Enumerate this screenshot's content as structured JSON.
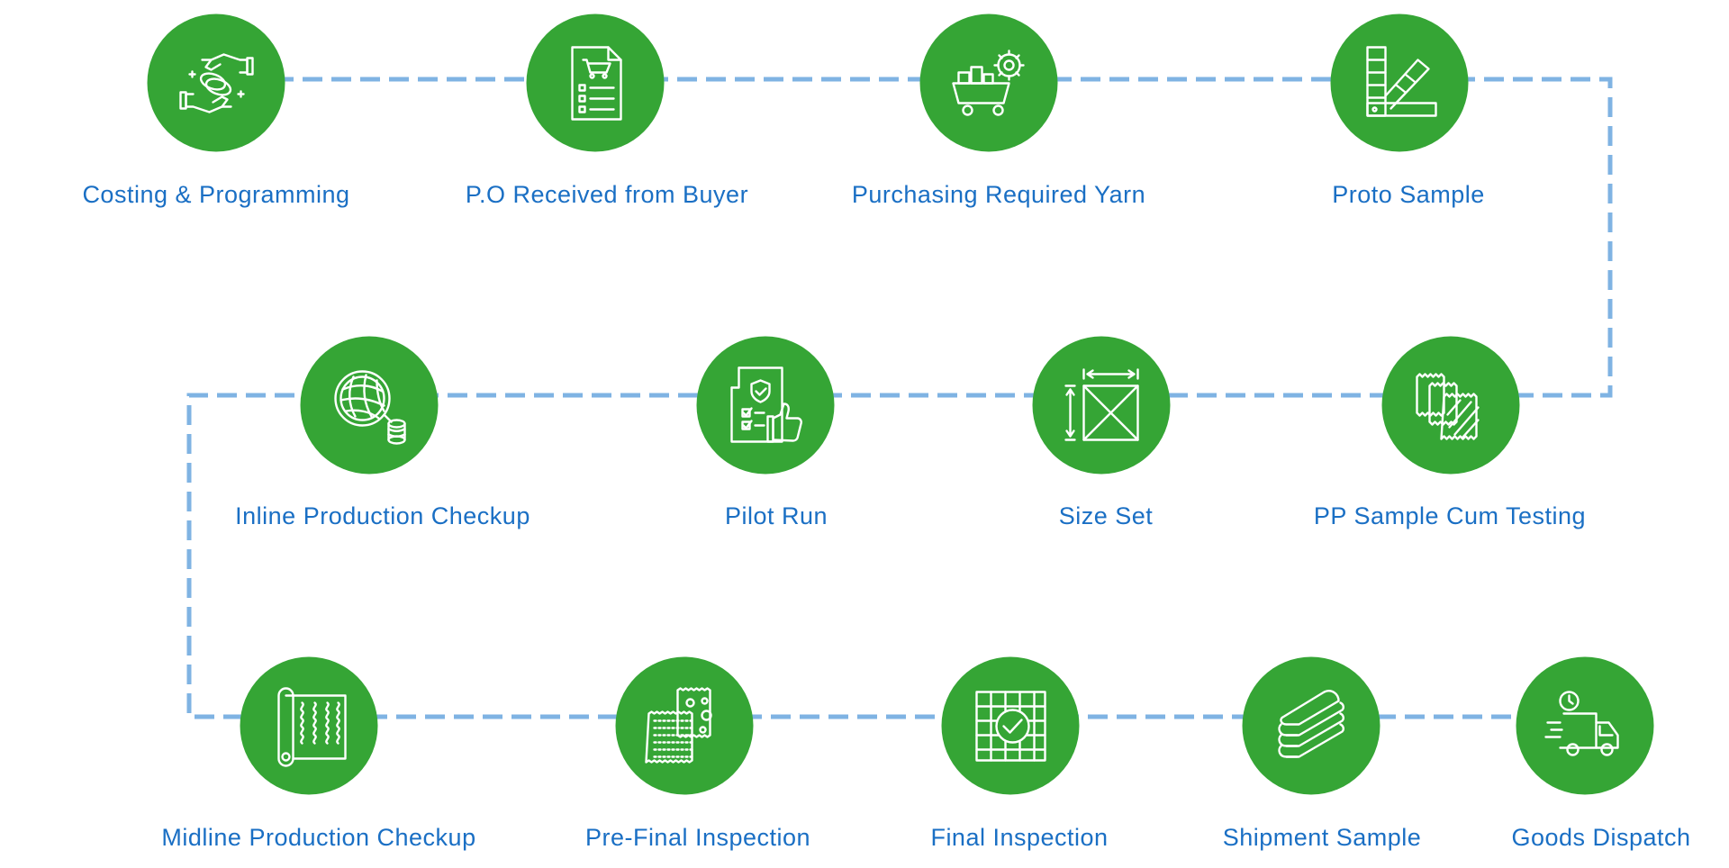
{
  "colors": {
    "circle": "#35a535",
    "icon_stroke": "#ffffff",
    "label": "#1a6fc4",
    "connector": "#7fb3e3"
  },
  "steps": [
    {
      "label": "Costing & Programming",
      "icon": "handshake-coins-icon"
    },
    {
      "label": "P.O Received from Buyer",
      "icon": "purchase-order-cart-icon"
    },
    {
      "label": "Purchasing Required Yarn",
      "icon": "cart-gear-icon"
    },
    {
      "label": "Proto Sample",
      "icon": "color-swatch-icon"
    },
    {
      "label": "PP Sample Cum Testing",
      "icon": "fabric-swatches-icon"
    },
    {
      "label": "Size Set",
      "icon": "measure-size-icon"
    },
    {
      "label": "Pilot Run",
      "icon": "checklist-thumbs-up-icon"
    },
    {
      "label": "Inline Production Checkup",
      "icon": "yarn-ball-icon"
    },
    {
      "label": "Midline Production Checkup",
      "icon": "fabric-roll-icon"
    },
    {
      "label": "Pre-Final Inspection",
      "icon": "fabric-samples-icon"
    },
    {
      "label": "Final Inspection",
      "icon": "woven-check-icon"
    },
    {
      "label": "Shipment Sample",
      "icon": "folded-towels-icon"
    },
    {
      "label": "Goods Dispatch",
      "icon": "delivery-truck-icon"
    }
  ]
}
